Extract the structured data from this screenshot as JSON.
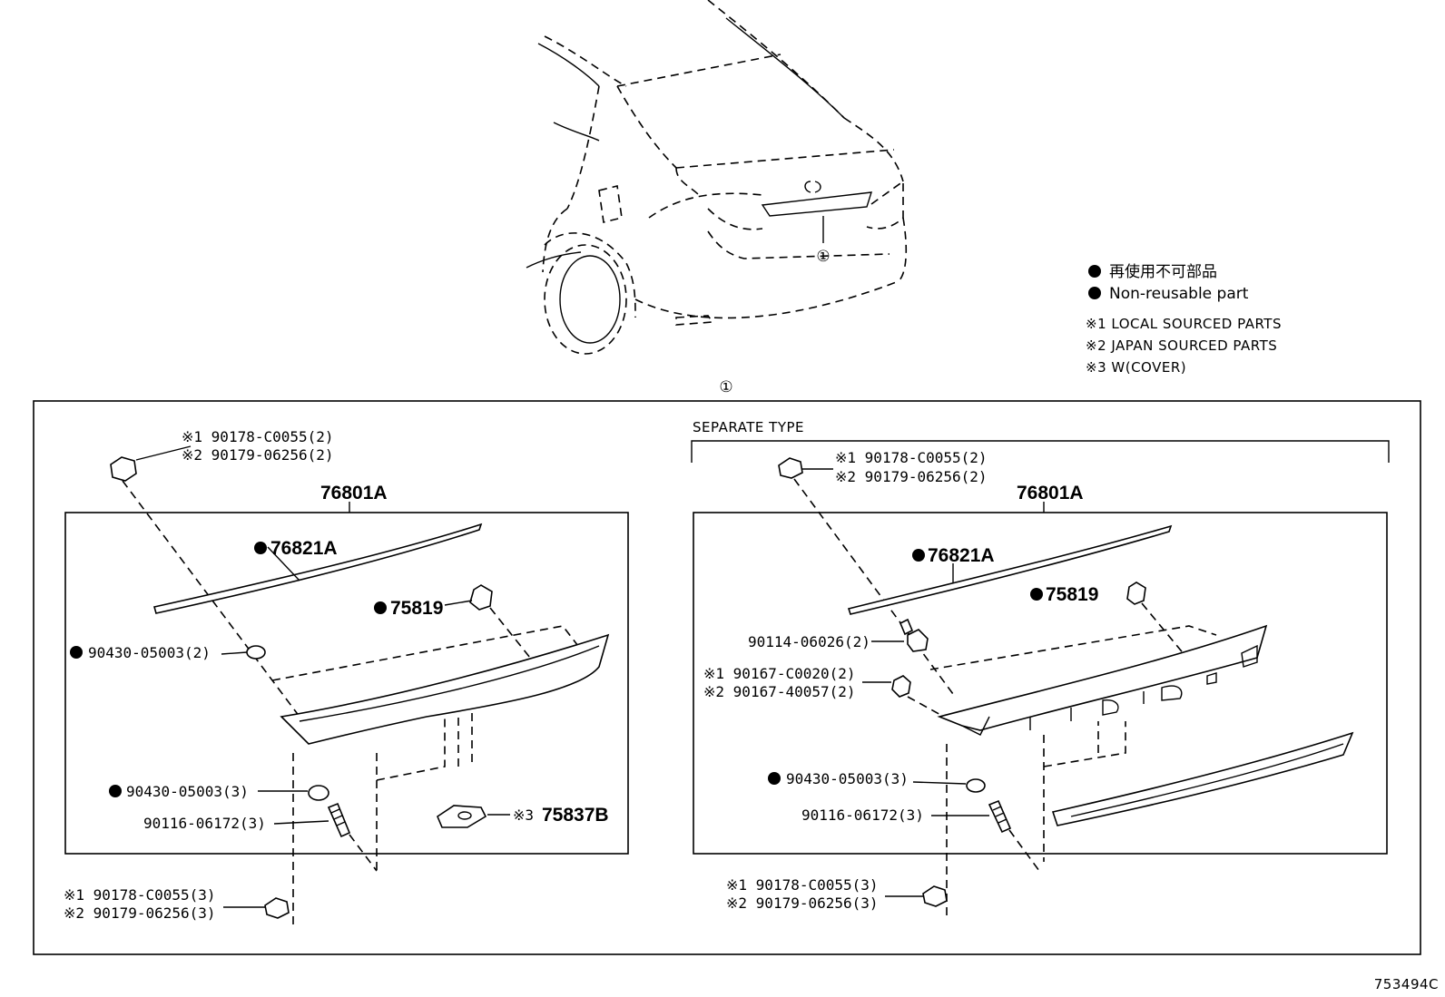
{
  "diagram_id": "753494C",
  "callout_number": "①",
  "legend": {
    "nonreusable_jp": "再使用不可部品",
    "nonreusable_en": "Non-reusable part",
    "note1": "※1 LOCAL SOURCED PARTS",
    "note2": "※2 JAPAN SOURCED PARTS",
    "note3": "※3 W(COVER)"
  },
  "left": {
    "assembly": "76801A",
    "top_nut_1": "※1 90178-C0055(2)",
    "top_nut_2": "※2 90179-06256(2)",
    "moulding": "76821A",
    "clip": "75819",
    "washer_top": "90430-05003(2)",
    "washer_bottom": "90430-05003(3)",
    "stud": "90116-06172(3)",
    "lamp_prefix": "※3",
    "lamp": "75837B",
    "bottom_nut_1": "※1 90178-C0055(3)",
    "bottom_nut_2": "※2 90179-06256(3)"
  },
  "right": {
    "type_label": "SEPARATE TYPE",
    "assembly": "76801A",
    "top_nut_1": "※1 90178-C0055(2)",
    "top_nut_2": "※2 90179-06256(2)",
    "moulding": "76821A",
    "clip": "75819",
    "screw": "90114-06026(2)",
    "rivet_1": "※1 90167-C0020(2)",
    "rivet_2": "※2 90167-40057(2)",
    "washer": "90430-05003(3)",
    "stud": "90116-06172(3)",
    "bottom_nut_1": "※1 90178-C0055(3)",
    "bottom_nut_2": "※2 90179-06256(3)"
  }
}
